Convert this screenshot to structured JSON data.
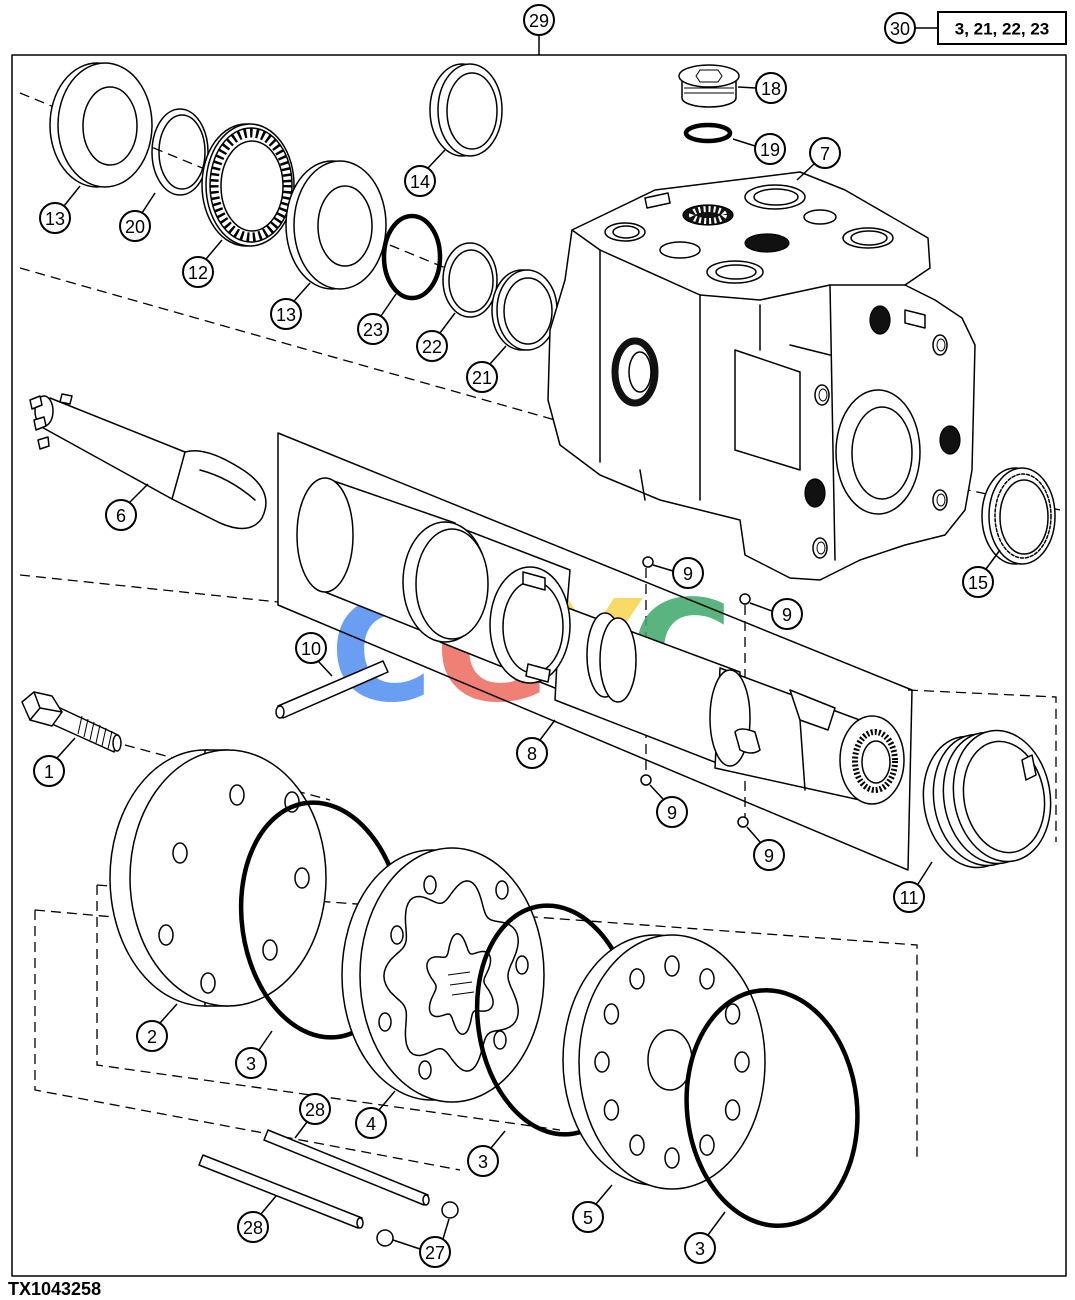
{
  "figure_code": "TX1043258",
  "kit_contents": "3, 21, 22, 23",
  "callouts": [
    "29",
    "30",
    "18",
    "19",
    "7",
    "13",
    "20",
    "12",
    "14",
    "13",
    "23",
    "22",
    "21",
    "6",
    "9",
    "9",
    "15",
    "10",
    "8",
    "9",
    "9",
    "1",
    "11",
    "2",
    "3",
    "4",
    "3",
    "28",
    "28",
    "27",
    "5",
    "3"
  ],
  "watermark": {
    "letters": [
      "C",
      "G",
      "Y",
      "C"
    ],
    "colors": [
      "#4f8ef2",
      "#ee6b5d",
      "#f7d44c",
      "#3da86b"
    ]
  },
  "colors": {
    "line": "#000000",
    "background": "#ffffff"
  }
}
